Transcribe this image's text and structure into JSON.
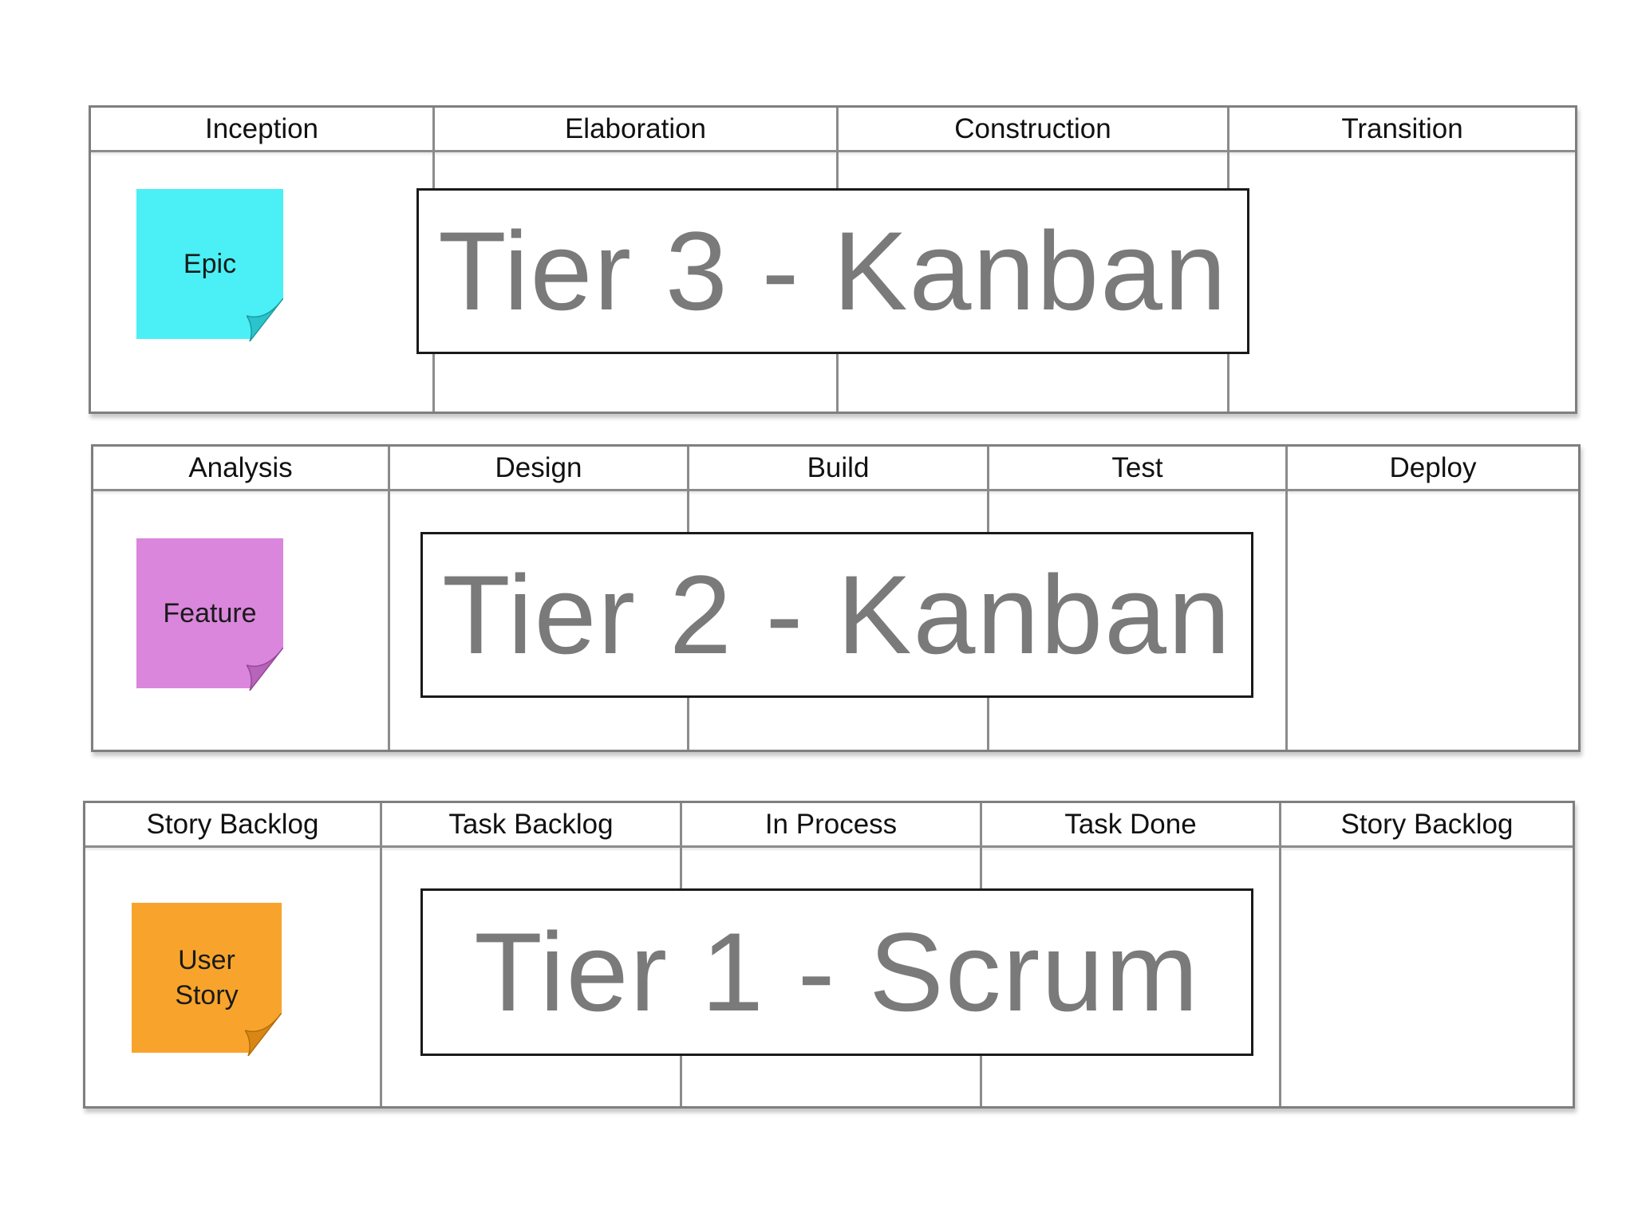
{
  "tiers": [
    {
      "columns": [
        "Inception",
        "Elaboration",
        "Construction",
        "Transition"
      ],
      "label": "Tier 3 - Kanban",
      "note": {
        "text": "Epic",
        "color": "#4AF0F5",
        "fold": "#2BC4CC"
      }
    },
    {
      "columns": [
        "Analysis",
        "Design",
        "Build",
        "Test",
        "Deploy"
      ],
      "label": "Tier 2 - Kanban",
      "note": {
        "text": "Feature",
        "color": "#DA86DC",
        "fold": "#B765BA"
      }
    },
    {
      "columns": [
        "Story Backlog",
        "Task Backlog",
        "In Process",
        "Task Done",
        "Story Backlog"
      ],
      "label": "Tier 1 - Scrum",
      "note": {
        "text": "User\nStory",
        "color": "#F8A42C",
        "fold": "#D98714"
      }
    }
  ]
}
